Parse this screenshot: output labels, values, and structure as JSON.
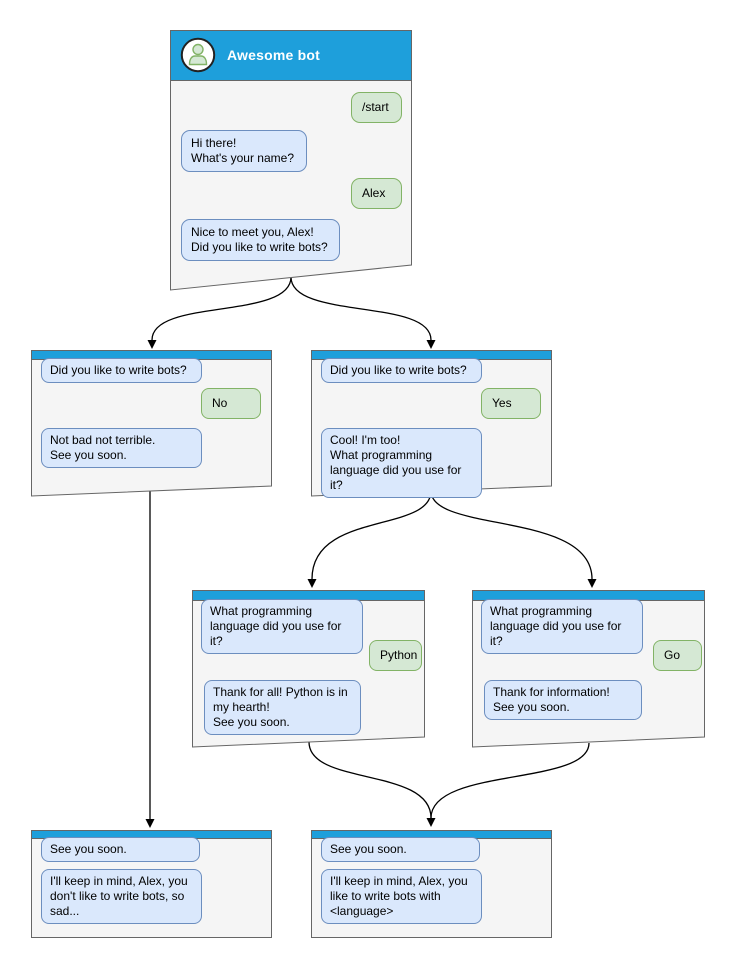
{
  "colors": {
    "titlebar_blue": "#1e9fdb",
    "window_bg": "#f5f5f5",
    "window_border": "#666666",
    "bot_bubble_fill": "#dae8fc",
    "bot_bubble_border": "#6c8ebf",
    "user_bubble_fill": "#d5e8d4",
    "user_bubble_border": "#82b366",
    "arrow": "#000000",
    "title_text": "#ffffff"
  },
  "windows": [
    {
      "name": "awesome-bot",
      "title": "Awesome bot",
      "messages": [
        {
          "from": "user",
          "text": "/start"
        },
        {
          "from": "bot",
          "text": "Hi there!\nWhat's your name?"
        },
        {
          "from": "user",
          "text": "Alex"
        },
        {
          "from": "bot",
          "text": "Nice to meet you, Alex!\nDid you like to write bots?"
        }
      ]
    },
    {
      "name": "branch-no",
      "messages": [
        {
          "from": "bot",
          "text": "Did you like to write bots?"
        },
        {
          "from": "user",
          "text": "No"
        },
        {
          "from": "bot",
          "text": "Not bad not terrible.\nSee you soon."
        }
      ]
    },
    {
      "name": "branch-yes",
      "messages": [
        {
          "from": "bot",
          "text": "Did you like to write bots?"
        },
        {
          "from": "user",
          "text": "Yes"
        },
        {
          "from": "bot",
          "text": "Cool! I'm too!\nWhat programming\nlanguage did you use for it?"
        }
      ]
    },
    {
      "name": "lang-python",
      "messages": [
        {
          "from": "bot",
          "text": "What programming\nlanguage did you use for it?"
        },
        {
          "from": "user",
          "text": "Python"
        },
        {
          "from": "bot",
          "text": "Thank for all! Python is in\nmy hearth!\nSee you soon."
        }
      ]
    },
    {
      "name": "lang-go",
      "messages": [
        {
          "from": "bot",
          "text": "What programming\nlanguage did you use for it?"
        },
        {
          "from": "user",
          "text": "Go"
        },
        {
          "from": "bot",
          "text": "Thank for information!\nSee you soon."
        }
      ]
    },
    {
      "name": "end-no",
      "messages": [
        {
          "from": "bot",
          "text": "See you soon."
        },
        {
          "from": "bot",
          "text": "I'll keep in mind, Alex, you\ndon't like to write bots, so\nsad..."
        }
      ]
    },
    {
      "name": "end-yes",
      "messages": [
        {
          "from": "bot",
          "text": "See you soon."
        },
        {
          "from": "bot",
          "text": "I'll keep in mind, Alex, you\nlike to write bots with\n<language>"
        }
      ]
    }
  ],
  "edges": [
    {
      "from": "awesome-bot",
      "to": "branch-no"
    },
    {
      "from": "awesome-bot",
      "to": "branch-yes"
    },
    {
      "from": "branch-yes",
      "to": "lang-python"
    },
    {
      "from": "branch-yes",
      "to": "lang-go"
    },
    {
      "from": "branch-no",
      "to": "end-no"
    },
    {
      "from": "lang-python",
      "to": "end-yes"
    },
    {
      "from": "lang-go",
      "to": "end-yes"
    }
  ]
}
